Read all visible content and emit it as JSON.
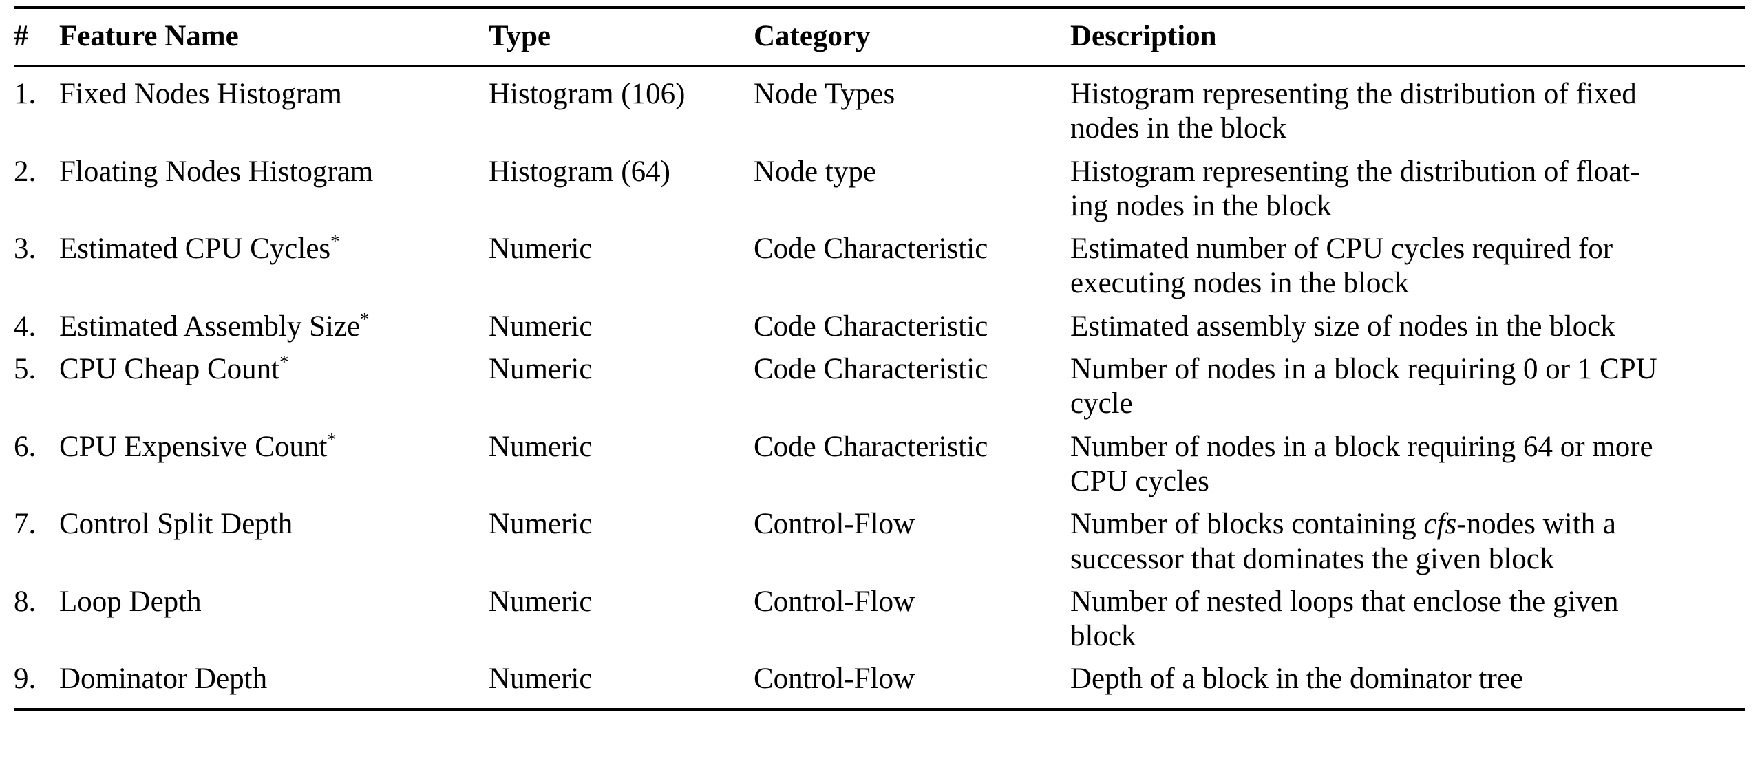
{
  "table": {
    "columns": [
      {
        "key": "num",
        "label": "#"
      },
      {
        "key": "name",
        "label": "Feature Name"
      },
      {
        "key": "type",
        "label": "Type"
      },
      {
        "key": "cat",
        "label": "Category"
      },
      {
        "key": "desc",
        "label": "Description"
      }
    ],
    "rows": [
      {
        "num": "1.",
        "name": "Fixed Nodes Histogram",
        "name_star": "",
        "type": "Histogram (106)",
        "cat": "Node Types",
        "desc": "Histogram representing the distribution of fixed nodes in the block",
        "desc_lines": [
          "Histogram representing the distribution of fixed",
          "nodes in the block"
        ]
      },
      {
        "num": "2.",
        "name": "Floating Nodes Histogram",
        "name_star": "",
        "type": "Histogram (64)",
        "cat": "Node type",
        "desc": "Histogram representing the distribution of floating nodes in the block",
        "desc_lines": [
          "Histogram representing the distribution of float-",
          "ing nodes in the block"
        ]
      },
      {
        "num": "3.",
        "name": "Estimated CPU Cycles",
        "name_star": "*",
        "type": "Numeric",
        "cat": "Code Characteristic",
        "desc": "Estimated number of CPU cycles required for executing nodes in the block",
        "desc_lines": [
          "Estimated number of CPU cycles required for",
          "executing nodes in the block"
        ]
      },
      {
        "num": "4.",
        "name": "Estimated Assembly Size",
        "name_star": "*",
        "type": "Numeric",
        "cat": "Code Characteristic",
        "desc": "Estimated assembly size of nodes in the block",
        "desc_lines": [
          "Estimated assembly size of nodes in the block"
        ]
      },
      {
        "num": "5.",
        "name": "CPU Cheap Count",
        "name_star": "*",
        "type": "Numeric",
        "cat": "Code Characteristic",
        "desc": "Number of nodes in a block requiring 0 or 1 CPU cycle",
        "desc_lines": [
          "Number of nodes in a block requiring 0 or 1 CPU",
          "cycle"
        ]
      },
      {
        "num": "6.",
        "name": "CPU Expensive Count",
        "name_star": "*",
        "type": "Numeric",
        "cat": "Code Characteristic",
        "desc": "Number of nodes in a block requiring 64 or more CPU cycles",
        "desc_lines": [
          "Number of nodes in a block requiring 64 or more",
          "CPU cycles"
        ]
      },
      {
        "num": "7.",
        "name": "Control Split Depth",
        "name_star": "",
        "type": "Numeric",
        "cat": "Control-Flow",
        "desc": "Number of blocks containing cfs-nodes with a successor that dominates the given block",
        "desc_line1_pre": "Number of blocks containing ",
        "desc_line1_italic": "cfs",
        "desc_line1_post": "-nodes with a",
        "desc_line2": "successor that dominates the given block"
      },
      {
        "num": "8.",
        "name": "Loop Depth",
        "name_star": "",
        "type": "Numeric",
        "cat": "Control-Flow",
        "desc": "Number of nested loops that enclose the given block",
        "desc_lines": [
          "Number of nested loops that enclose the given",
          "block"
        ]
      },
      {
        "num": "9.",
        "name": "Dominator Depth",
        "name_star": "",
        "type": "Numeric",
        "cat": "Control-Flow",
        "desc": "Depth of a block in the dominator tree",
        "desc_lines": [
          "Depth of a block in the dominator tree"
        ]
      }
    ]
  }
}
